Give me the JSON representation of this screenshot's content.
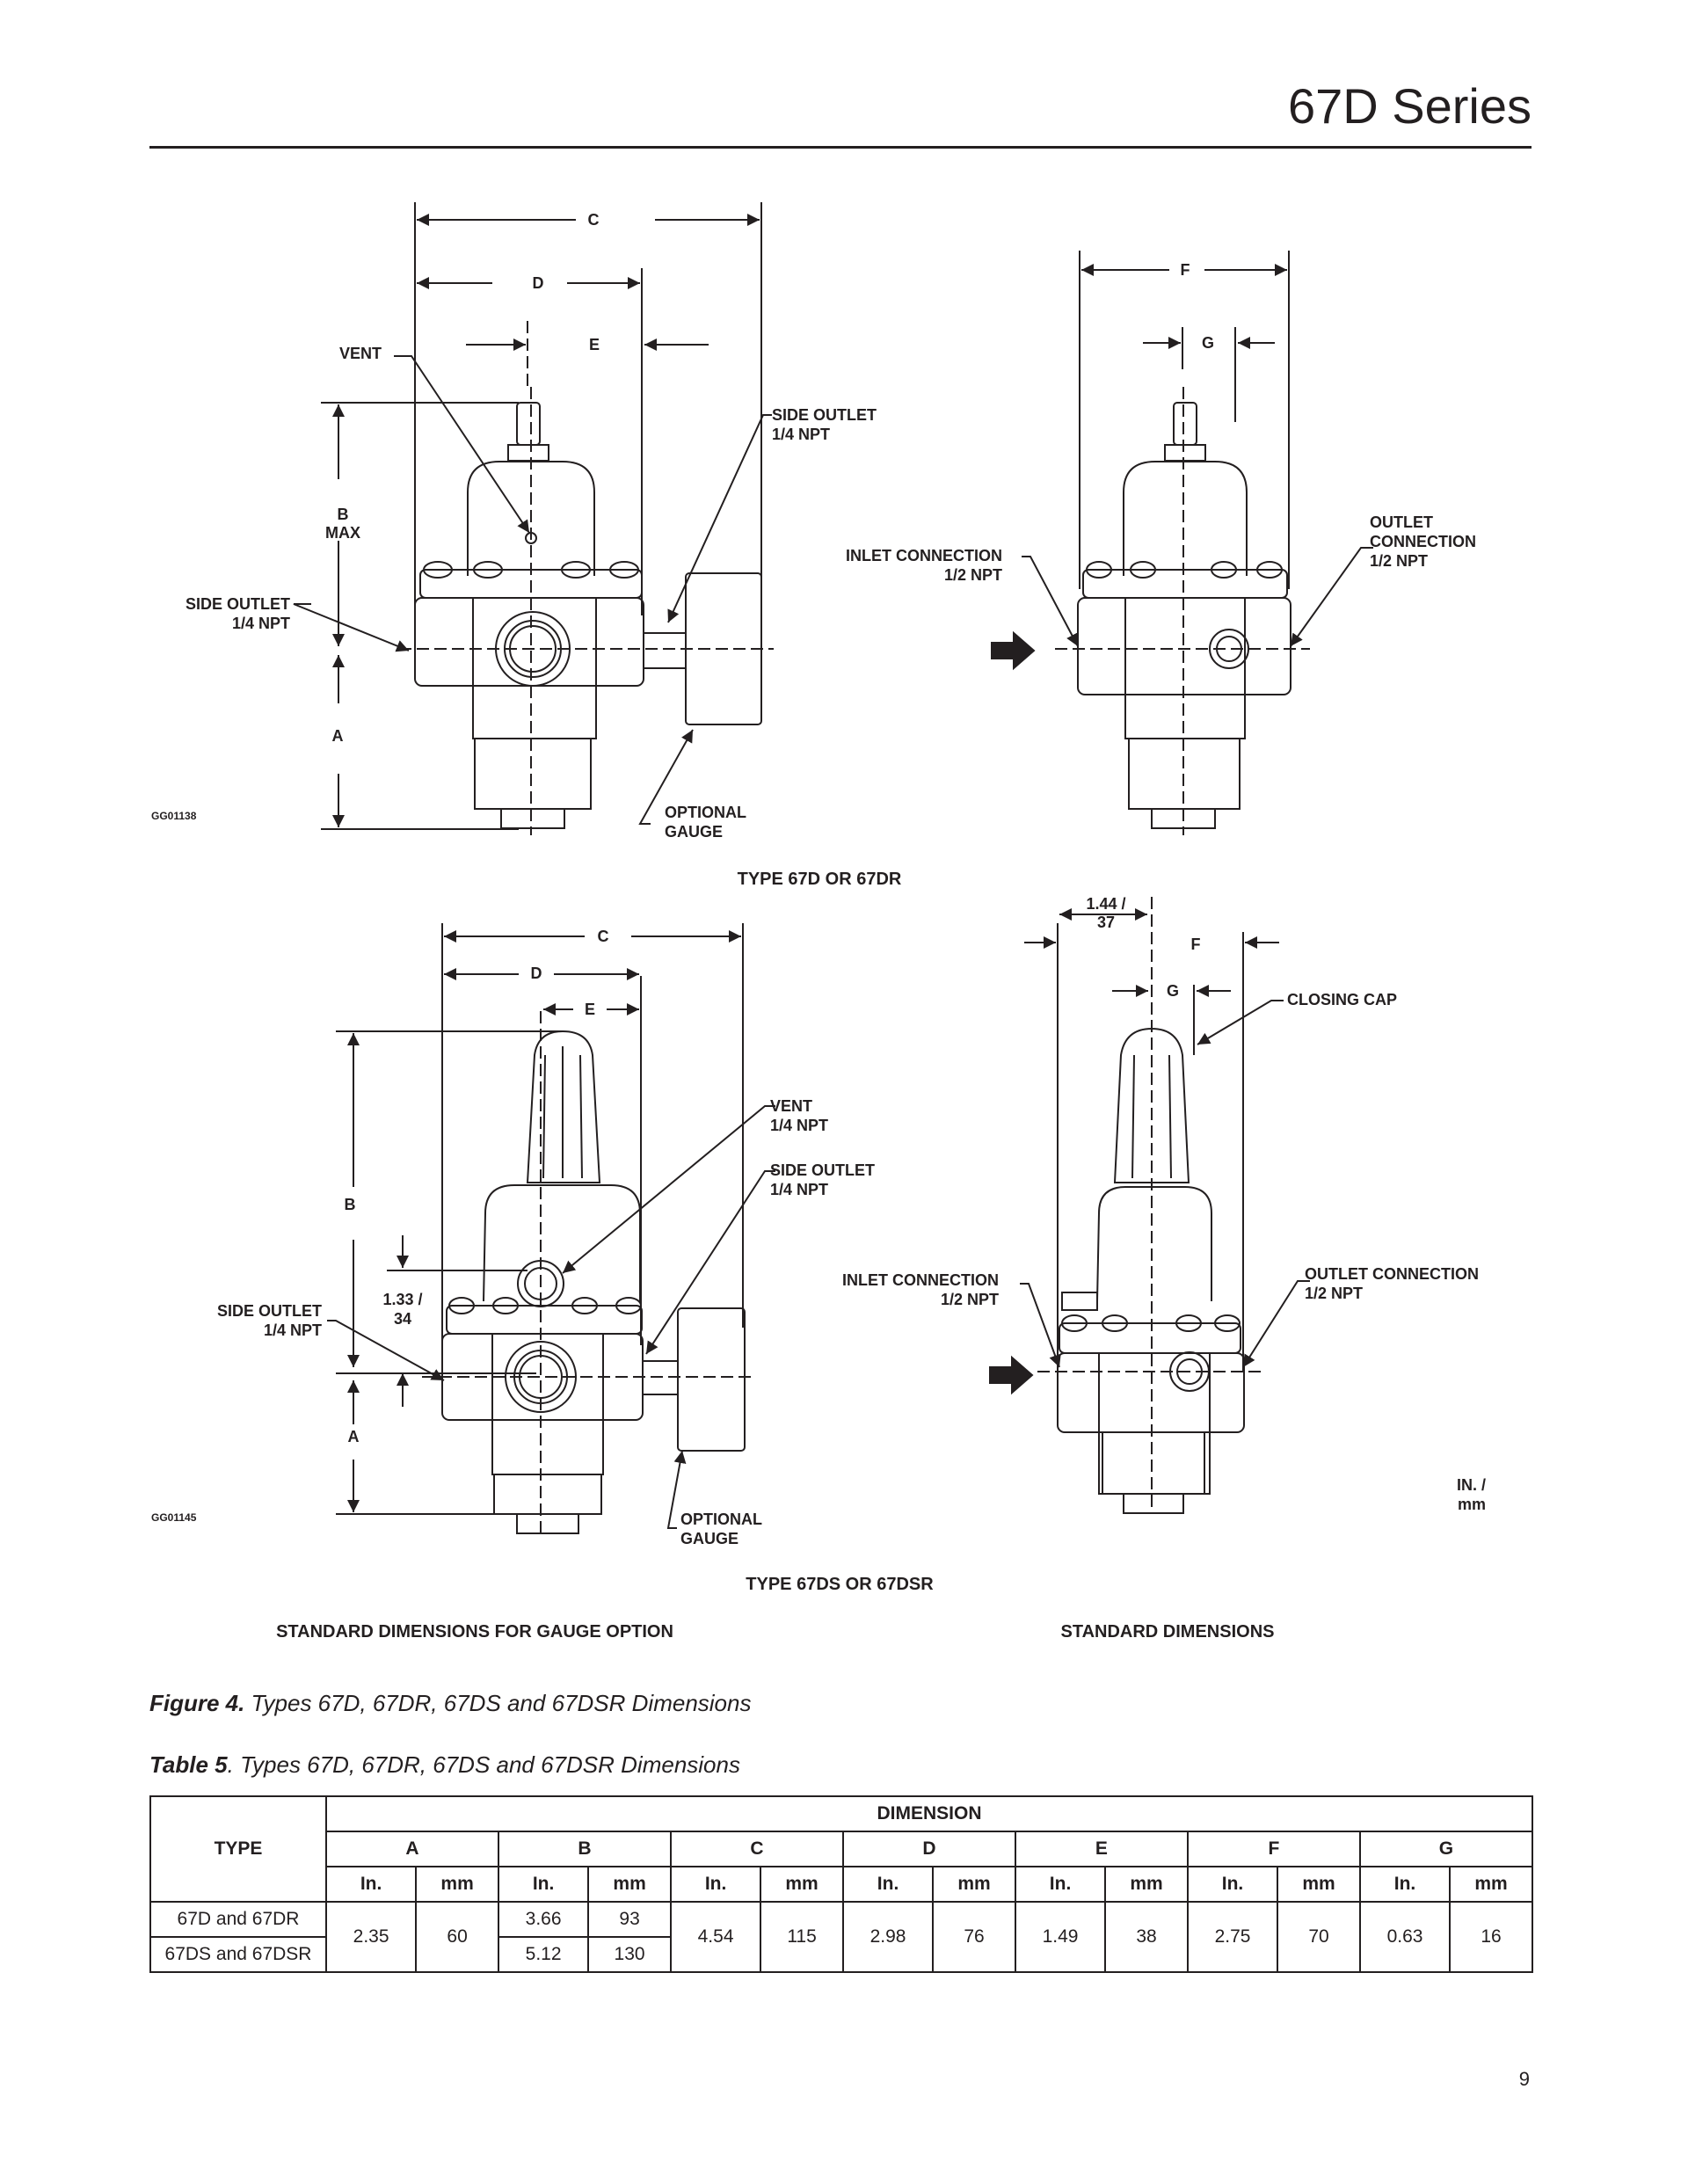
{
  "header": {
    "series_title": "67D Series"
  },
  "figure": {
    "top": {
      "dim_labels": {
        "c": "C",
        "d": "D",
        "e": "E",
        "b": "B",
        "b_max": "MAX",
        "a": "A",
        "f": "F",
        "g": "G"
      },
      "callouts": {
        "vent": "VENT",
        "side_outlet_right_1": "SIDE OUTLET",
        "side_outlet_right_2": "1/4 NPT",
        "side_outlet_left_1": "SIDE OUTLET",
        "side_outlet_left_2": "1/4 NPT",
        "optional_gauge_1": "OPTIONAL",
        "optional_gauge_2": "GAUGE",
        "inlet_1": "INLET CONNECTION",
        "inlet_2": "1/2 NPT",
        "outlet_1": "OUTLET",
        "outlet_2": "CONNECTION",
        "outlet_3": "1/2 NPT"
      },
      "drawing_id": "GG01138",
      "type_label": "TYPE 67D OR 67DR"
    },
    "bottom": {
      "dim_labels": {
        "c": "C",
        "d": "D",
        "e": "E",
        "b": "B",
        "a": "A",
        "f": "F",
        "g": "G",
        "offset_1": "1.33 /",
        "offset_2": "34",
        "width_1": "1.44 /",
        "width_2": "37"
      },
      "callouts": {
        "vent_1": "VENT",
        "vent_2": "1/4 NPT",
        "side_outlet_right_1": "SIDE OUTLET",
        "side_outlet_right_2": "1/4 NPT",
        "side_outlet_left_1": "SIDE OUTLET",
        "side_outlet_left_2": "1/4 NPT",
        "optional_gauge_1": "OPTIONAL",
        "optional_gauge_2": "GAUGE",
        "inlet_1": "INLET CONNECTION",
        "inlet_2": "1/2 NPT",
        "outlet_1": "OUTLET CONNECTION",
        "outlet_2": "1/2 NPT",
        "closing_cap": "CLOSING CAP",
        "units_1": "IN. /",
        "units_2": "mm"
      },
      "drawing_id": "GG01145",
      "type_label": "TYPE 67DS OR 67DSR"
    },
    "footer_left": "STANDARD DIMENSIONS FOR GAUGE OPTION",
    "footer_right": "STANDARD DIMENSIONS",
    "caption_label": "Figure 4.",
    "caption_text": " Types 67D, 67DR, 67DS and 67DSR Dimensions"
  },
  "table": {
    "caption_label": "Table 5",
    "caption_text": ". Types 67D, 67DR, 67DS and 67DSR Dimensions",
    "type_header": "TYPE",
    "dimension_header": "DIMENSION",
    "columns": [
      "A",
      "B",
      "C",
      "D",
      "E",
      "F",
      "G"
    ],
    "unit_in": "In.",
    "unit_mm": "mm",
    "row_types": [
      "67D and 67DR",
      "67DS and 67DSR"
    ],
    "values": {
      "a_in": "2.35",
      "a_mm": "60",
      "b_in_1": "3.66",
      "b_mm_1": "93",
      "b_in_2": "5.12",
      "b_mm_2": "130",
      "c_in": "4.54",
      "c_mm": "115",
      "d_in": "2.98",
      "d_mm": "76",
      "e_in": "1.49",
      "e_mm": "38",
      "f_in": "2.75",
      "f_mm": "70",
      "g_in": "0.63",
      "g_mm": "16"
    }
  },
  "page_number": "9"
}
